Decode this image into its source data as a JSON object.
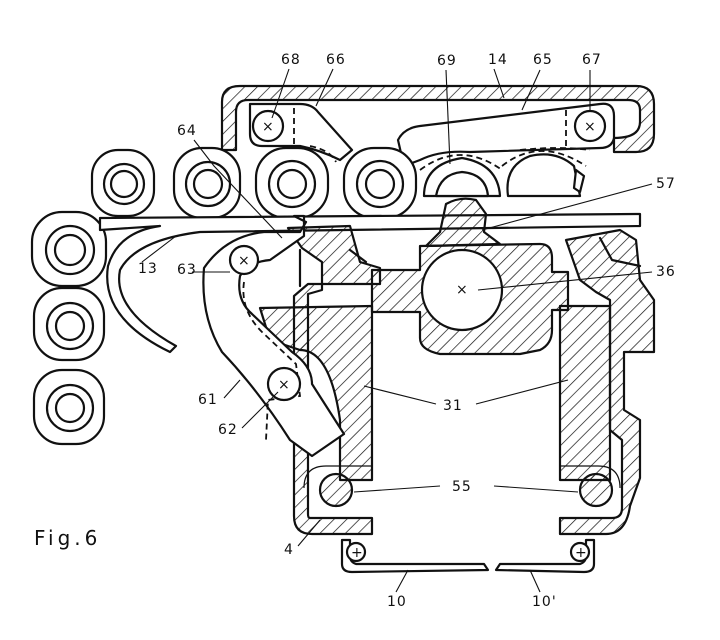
{
  "figure": {
    "caption": "Fig.6"
  },
  "labels": {
    "l68": "68",
    "l66": "66",
    "l69": "69",
    "l14": "14",
    "l65": "65",
    "l67": "67",
    "l64": "64",
    "l57": "57",
    "l13": "13",
    "l63": "63",
    "l36": "36",
    "l61": "61",
    "l62": "62",
    "l31": "31",
    "l55": "55",
    "l4": "4",
    "l10": "10",
    "l10p": "10'"
  }
}
